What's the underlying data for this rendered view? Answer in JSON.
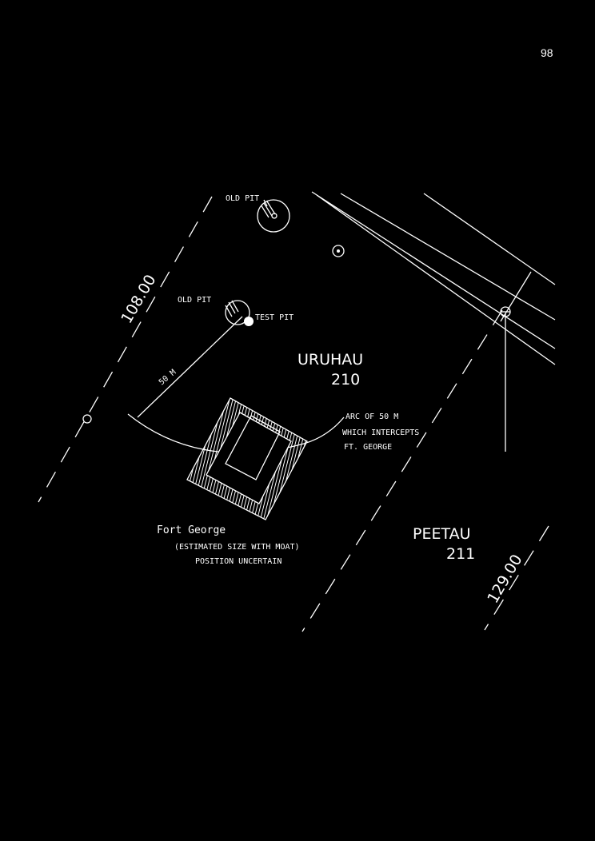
{
  "page_number": "98",
  "labels": {
    "old_pit_top": "OLD PIT",
    "old_pit_mid": "OLD PIT",
    "test_pit": "TEST PIT",
    "radius": "50 M",
    "boundary_left": "108.00",
    "boundary_right": "129.00",
    "lot_210_name": "URUHAU",
    "lot_210_number": "210",
    "lot_211_name": "PEETAU",
    "lot_211_number": "211",
    "arc_note_1": "ARC OF 50 M",
    "arc_note_2": "WHICH INTERCEPTS",
    "arc_note_3": "FT. GEORGE",
    "fort_title": "Fort George",
    "fort_note_1": "(ESTIMATED SIZE WITH MOAT)",
    "fort_note_2": "POSITION UNCERTAIN"
  }
}
